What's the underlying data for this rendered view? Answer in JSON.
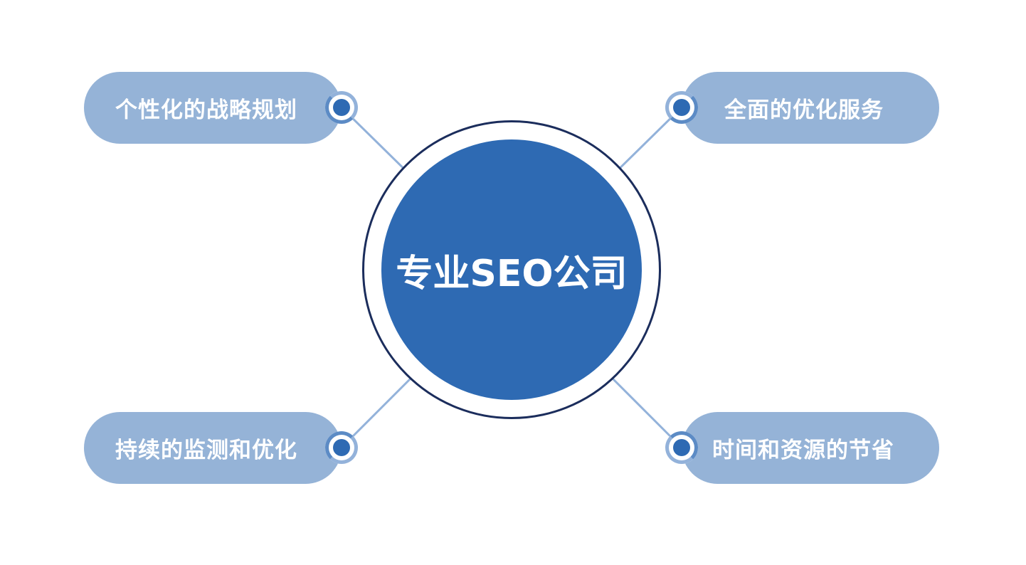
{
  "diagram": {
    "type": "hub-and-spoke",
    "center": {
      "label": "专业SEO公司",
      "fill_color": "#2e6ab3",
      "ring_color": "#1b2d5c"
    },
    "branches": [
      {
        "position": "top-left",
        "label": "个性化的战略规划"
      },
      {
        "position": "top-right",
        "label": "全面的优化服务"
      },
      {
        "position": "bottom-left",
        "label": "持续的监测和优化"
      },
      {
        "position": "bottom-right",
        "label": "时间和资源的节省"
      }
    ],
    "colors": {
      "pill": "#95b3d7",
      "connector": "#93b2da",
      "node_dot": "#2e6ab3",
      "node_ring_light": "#93b2da",
      "node_ring_dark": "#5c8bc5",
      "text": "#ffffff"
    }
  }
}
